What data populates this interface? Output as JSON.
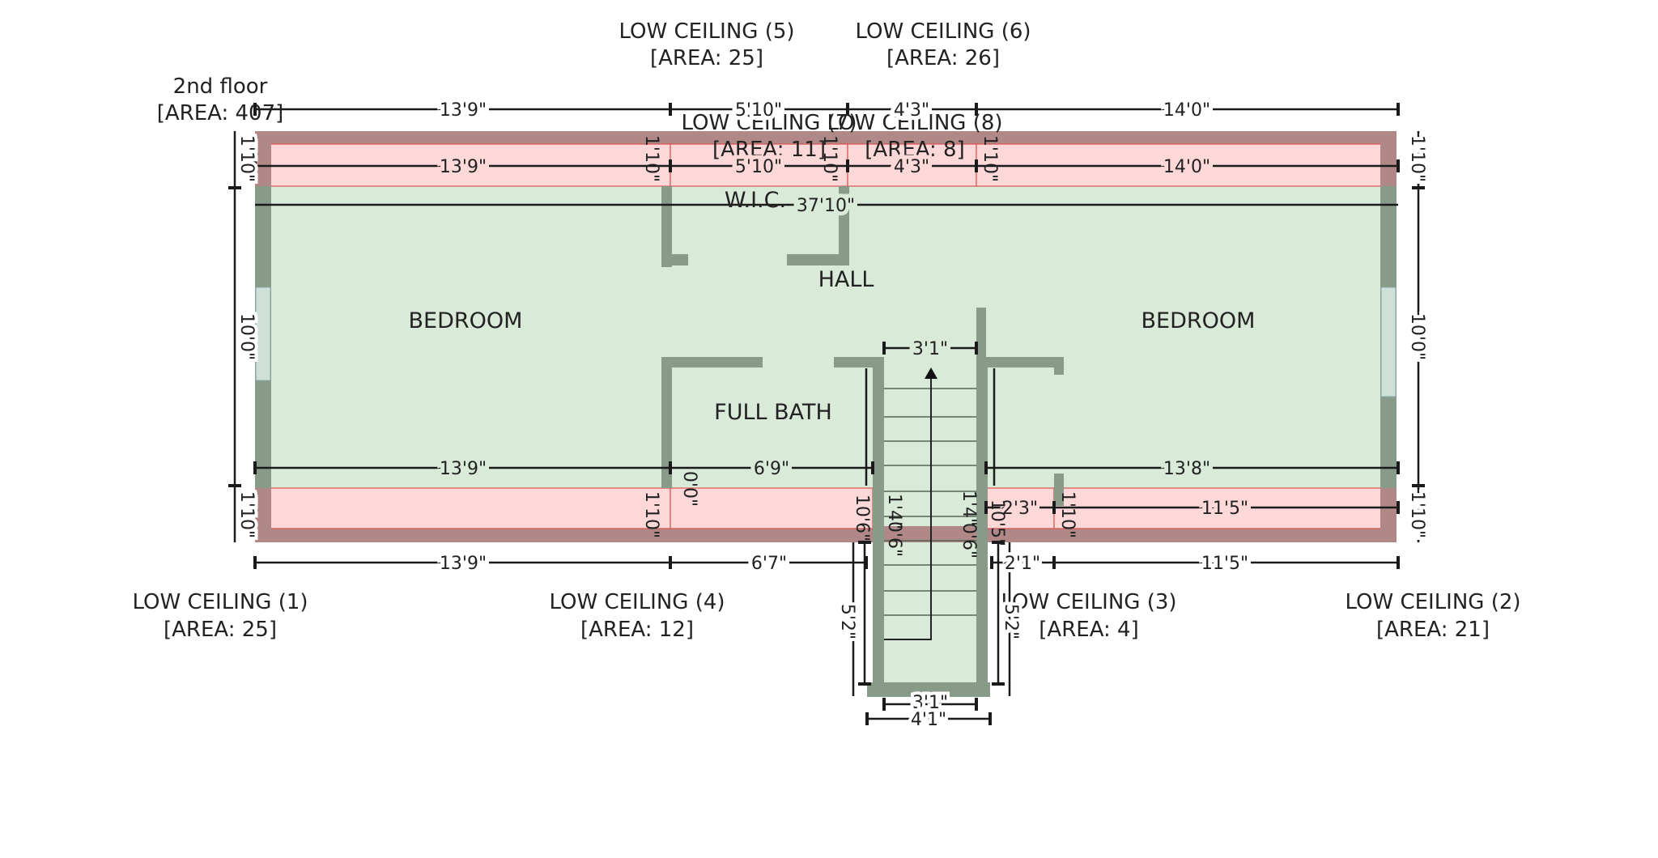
{
  "floor": {
    "name": "2nd floor",
    "area": "[AREA: 407]"
  },
  "rooms": {
    "bedroom_left": "BEDROOM",
    "bedroom_right": "BEDROOM",
    "hall": "HALL",
    "full_bath": "FULL BATH",
    "wic": "W.I.C."
  },
  "low_ceilings": [
    {
      "name": "LOW CEILING (1)",
      "area": "[AREA: 25]"
    },
    {
      "name": "LOW CEILING (2)",
      "area": "[AREA: 21]"
    },
    {
      "name": "LOW CEILING (3)",
      "area": "[AREA: 4]"
    },
    {
      "name": "LOW CEILING (4)",
      "area": "[AREA: 12]"
    },
    {
      "name": "LOW CEILING (5)",
      "area": "[AREA: 25]"
    },
    {
      "name": "LOW CEILING (6)",
      "area": "[AREA: 26]"
    },
    {
      "name": "LOW CEILING (7)",
      "area": "[AREA: 11]"
    },
    {
      "name": "LOW CEILING (8)",
      "area": "[AREA: 8]"
    }
  ],
  "dimensions": {
    "top_outer": [
      "13'9\"",
      "5'10\"",
      "4'3\"",
      "14'0\""
    ],
    "top_inner": [
      "13'9\"",
      "5'10\"",
      "4'3\"",
      "14'0\""
    ],
    "overall_width": "37'10\"",
    "mid_row": [
      "13'9\"",
      "6'9\"",
      "13'8\""
    ],
    "lower_row": [
      "2'3\"",
      "11'5\""
    ],
    "bottom_outer": [
      "13'9\"",
      "6'7\"",
      "2'1\"",
      "11'5\""
    ],
    "stair_top": "3'1\"",
    "stair_bottom_inner": "3'1\"",
    "stair_bottom_outer": "4'1\"",
    "left_side": [
      "1'10\"",
      "10'0\"",
      "1'10\""
    ],
    "right_side": [
      "1'10\"",
      "10'0\"",
      "1'10\""
    ],
    "interior_1_10": "1'10\"",
    "zero": "0'0\"",
    "stair_side": "5'2\"",
    "stair_inner_left": [
      "10'6\"",
      "1'4\"",
      "0'6\""
    ],
    "stair_inner_right": [
      "1'4\"",
      "0'6\"",
      "10'5\""
    ]
  },
  "colors": {
    "wall": "#879b88",
    "floor": "#d9ead8",
    "low_ceiling": "#fdd8d8",
    "low_ceiling_border": "#d9534f"
  }
}
